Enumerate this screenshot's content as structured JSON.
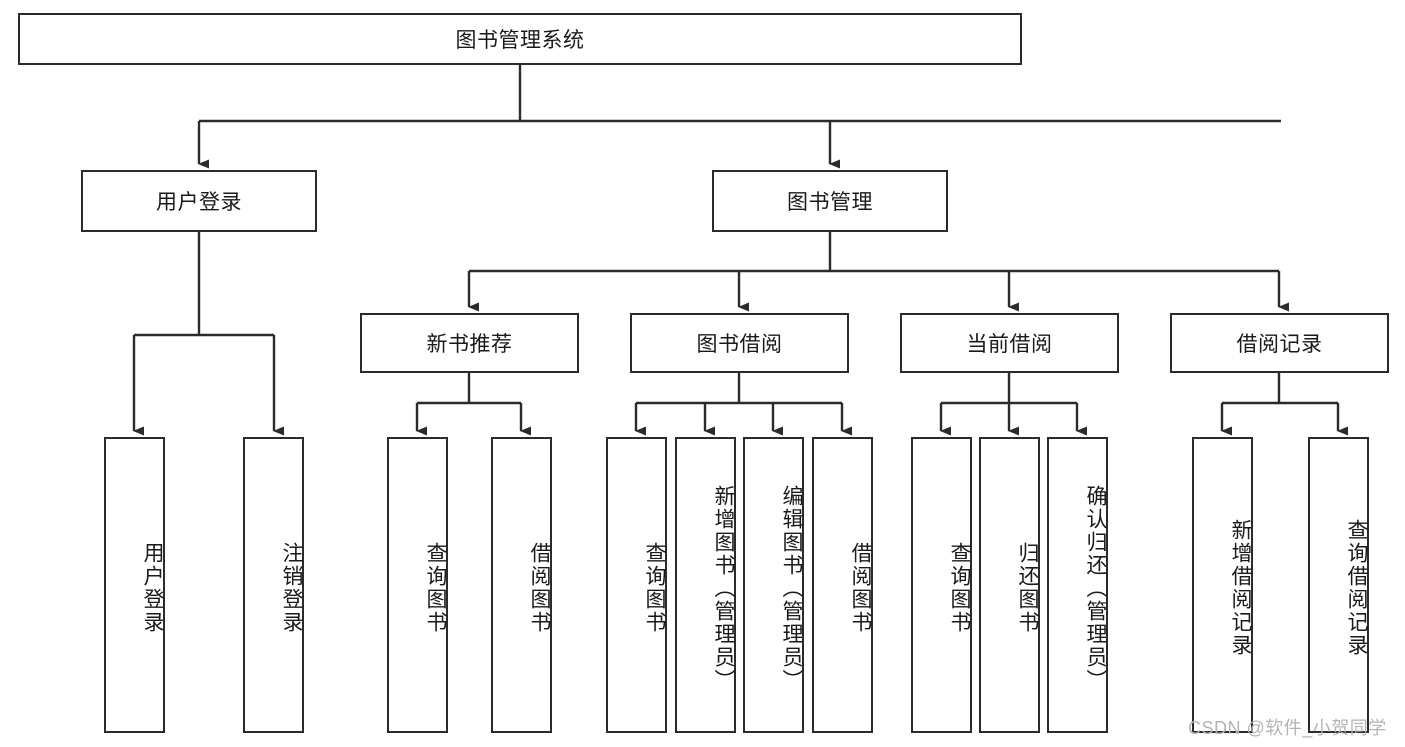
{
  "diagram": {
    "title": "图书管理系统",
    "type": "hierarchical-tree",
    "root": {
      "label": "图书管理系统"
    },
    "level2": [
      {
        "label": "用户登录"
      },
      {
        "label": "图书管理"
      }
    ],
    "level3": [
      {
        "label": "新书推荐"
      },
      {
        "label": "图书借阅"
      },
      {
        "label": "当前借阅"
      },
      {
        "label": "借阅记录"
      }
    ],
    "leaves": {
      "user_login": [
        {
          "label": "用户登录"
        },
        {
          "label": "注销登录"
        }
      ],
      "new_book_recommend": [
        {
          "label": "查询图书"
        },
        {
          "label": "借阅图书"
        }
      ],
      "book_borrow": [
        {
          "label": "查询图书"
        },
        {
          "label": "新增图书（管理员）"
        },
        {
          "label": "编辑图书（管理员）"
        },
        {
          "label": "借阅图书"
        }
      ],
      "current_borrow": [
        {
          "label": "查询图书"
        },
        {
          "label": "归还图书"
        },
        {
          "label": "确认归还（管理员）"
        }
      ],
      "borrow_record": [
        {
          "label": "新增借阅记录"
        },
        {
          "label": "查询借阅记录"
        }
      ]
    }
  },
  "watermark": {
    "text": "CSDN @软件_小贺同学"
  },
  "colors": {
    "box_border": "#2b2b2b",
    "box_fill": "#ffffff",
    "line": "#2b2b2b",
    "text": "#1a1a1a",
    "watermark": "#b4b4b4"
  }
}
